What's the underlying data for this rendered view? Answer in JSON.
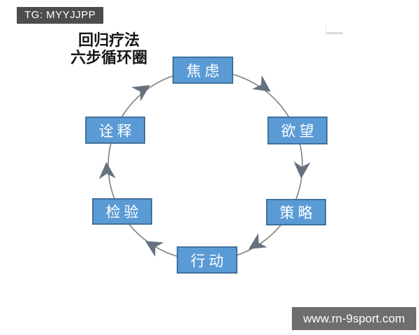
{
  "watermarks": {
    "telegram_badge": {
      "label": "TG: MYYJJPP",
      "bg": "#4d4d4d",
      "fg": "#ffffff"
    },
    "website_bar": {
      "label": "www.rn-9sport.com",
      "bg": "#6e6e6e",
      "fg": "#ffffff"
    }
  },
  "title": {
    "line1": "回归疗法",
    "line2": "六步循环圈"
  },
  "cycle": {
    "type": "circular-flow",
    "direction": "clockwise",
    "steps": [
      {
        "label": "焦虑",
        "position": "top"
      },
      {
        "label": "欲望",
        "position": "upper-right"
      },
      {
        "label": "策略",
        "position": "lower-right"
      },
      {
        "label": "行动",
        "position": "bottom"
      },
      {
        "label": "检验",
        "position": "lower-left"
      },
      {
        "label": "诠释",
        "position": "upper-left"
      }
    ],
    "arrows": [
      {
        "from": "焦虑",
        "to": "欲望"
      },
      {
        "from": "欲望",
        "to": "策略"
      },
      {
        "from": "策略",
        "to": "行动"
      },
      {
        "from": "行动",
        "to": "检验"
      },
      {
        "from": "检验",
        "to": "诠释"
      },
      {
        "from": "诠释",
        "to": "焦虑"
      }
    ],
    "colors": {
      "box_fill": "#5b9bd5",
      "box_border": "#41719c",
      "box_text": "#ffffff",
      "circle_stroke": "#7f7f7f",
      "arrow_fill": "#657080"
    }
  }
}
